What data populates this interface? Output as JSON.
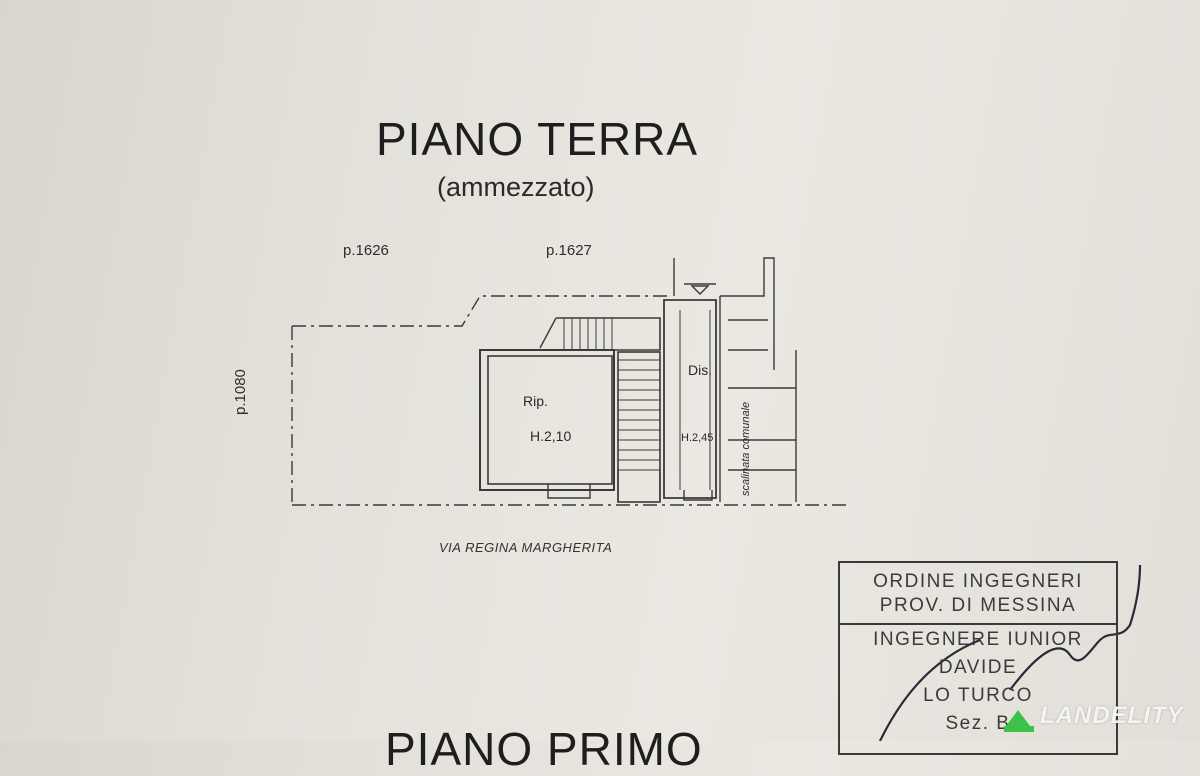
{
  "title": "PIANO TERRA",
  "subtitle": "(ammezzato)",
  "parcels": {
    "left": "p.1626",
    "right": "p.1627",
    "side": "p.1080"
  },
  "rooms": {
    "rip": {
      "name": "Rip.",
      "height": "H.2,10"
    },
    "dis": {
      "name": "Dis.",
      "height": "H.2,45"
    },
    "scalinata": "scalinata comunale"
  },
  "street": "VIA REGINA MARGHERITA",
  "stamp": {
    "line1": "ORDINE INGEGNERI",
    "line2": "PROV. DI MESSINA",
    "line3": "INGEGNERE IUNIOR",
    "line4": "DAVIDE",
    "line5": "LO TURCO",
    "line6": "Sez. B"
  },
  "next_section_title": "PIANO PRIMO",
  "watermark": "LANDELITY",
  "colors": {
    "paper": "#e4e1db",
    "ink": "#2a2a2a",
    "watermark_icon": "#3cc24a"
  }
}
